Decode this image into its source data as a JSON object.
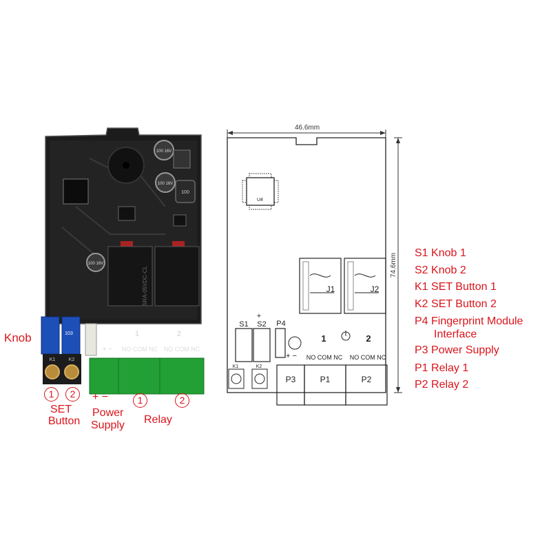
{
  "callouts": {
    "knob": "Knob",
    "button_1": "1",
    "button_2": "2",
    "set": "SET",
    "button": "Button",
    "plus_minus": "+ −",
    "power": "Power",
    "supply": "Supply",
    "relay_1": "1",
    "relay_2": "2",
    "relay": "Relay"
  },
  "pcb_photo": {
    "cap_1": "100 16V",
    "cap_2": "100 16V",
    "cap_3": "100 16V",
    "inductor": "100",
    "relay_text": "SRA-05VDC-CL",
    "pot_label": "103",
    "k1": "K1",
    "k2": "K2",
    "plus_minus": "+ −",
    "relay_num_1": "1",
    "relay_num_2": "2",
    "no_com_nc_1": "NO COM NC",
    "no_com_nc_2": "NO COM NC"
  },
  "drawing": {
    "width_dim": "46.6mm",
    "height_dim": "74.6mm",
    "u4": "U4",
    "j1": "J1",
    "j2": "J2",
    "s1": "S1",
    "s2": "S2",
    "p4": "P4",
    "plus": "+",
    "plus_minus": "+ −",
    "k1": "K1",
    "k2": "K2",
    "p3": "P3",
    "p1": "P1",
    "p2": "P2",
    "relay_num_1": "1",
    "relay_num_2": "2",
    "no_com_nc_1": "NO COM NC",
    "no_com_nc_2": "NO COM NC"
  },
  "legend": [
    "S1 Knob 1",
    "S2 Knob 2",
    "K1 SET Button 1",
    "K2 SET Button 2",
    "P4 Fingerprint Module",
    "Interface",
    "P3 Power Supply",
    "P1 Relay 1",
    "P2 Relay 2"
  ],
  "colors": {
    "callout": "#d9141b",
    "pcb": "#1c1c1c",
    "terminal": "#22a035",
    "pot": "#1d4fb8"
  }
}
